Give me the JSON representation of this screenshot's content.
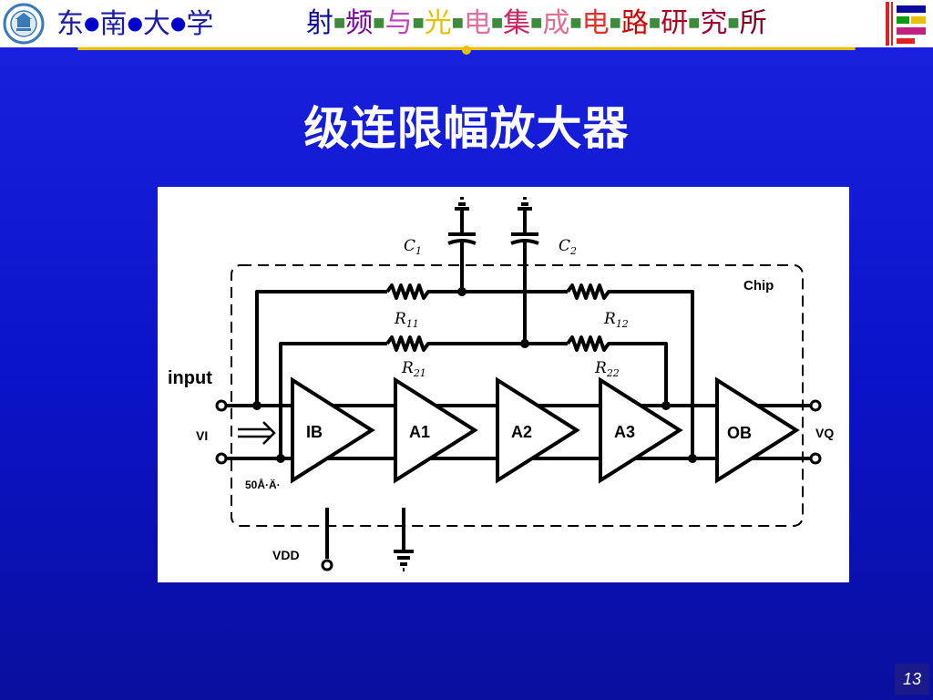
{
  "header": {
    "university": [
      "东",
      "南",
      "大",
      "学"
    ],
    "institute": [
      {
        "char": "射",
        "color": "#0a0a9c"
      },
      {
        "char": "频",
        "color": "#7a00a0"
      },
      {
        "char": "与",
        "color": "#c040c0"
      },
      {
        "char": "光",
        "color": "#e8c000"
      },
      {
        "char": "电",
        "color": "#e070a0"
      },
      {
        "char": "集",
        "color": "#d02060"
      },
      {
        "char": "成",
        "color": "#e07090"
      },
      {
        "char": "电",
        "color": "#e03030"
      },
      {
        "char": "路",
        "color": "#d00000"
      },
      {
        "char": "研",
        "color": "#b00020"
      },
      {
        "char": "究",
        "color": "#a00030"
      },
      {
        "char": "所",
        "color": "#800020"
      }
    ]
  },
  "title": "级连限幅放大器",
  "diagram": {
    "chip_label": "Chip",
    "input_label": "input",
    "vi_label": "VI",
    "vq_label": "VQ",
    "vdd_label": "VDD",
    "ohm_label": "50Å·Ä·",
    "capacitors": [
      {
        "name": "C",
        "sub": "1"
      },
      {
        "name": "C",
        "sub": "2"
      }
    ],
    "resistors": [
      {
        "name": "R",
        "sub": "11"
      },
      {
        "name": "R",
        "sub": "12"
      },
      {
        "name": "R",
        "sub": "21"
      },
      {
        "name": "R",
        "sub": "22"
      }
    ],
    "amplifiers": [
      "IB",
      "A1",
      "A2",
      "A3",
      "OB"
    ]
  },
  "page_number": "13",
  "colors": {
    "background": "#0b13c8",
    "header_bar": "#ffffff",
    "accent_line": "#e8c000",
    "university_text": "#1a1aa8"
  }
}
